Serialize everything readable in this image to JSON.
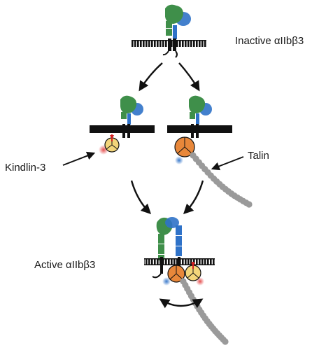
{
  "labels": {
    "inactive": "Inactive αIIbβ3",
    "kindlin": "Kindlin-3",
    "talin": "Talin",
    "active": "Active αIIbβ3"
  },
  "colors": {
    "alpha_subunit": "#3f8f4a",
    "beta_subunit": "#2f72c8",
    "membrane": "#111111",
    "talin_head": "#e8873a",
    "talin_rod": "#9a9a9a",
    "kindlin": "#f3d57a",
    "kindlin_accent": "#d42020",
    "arrow": "#111111"
  }
}
